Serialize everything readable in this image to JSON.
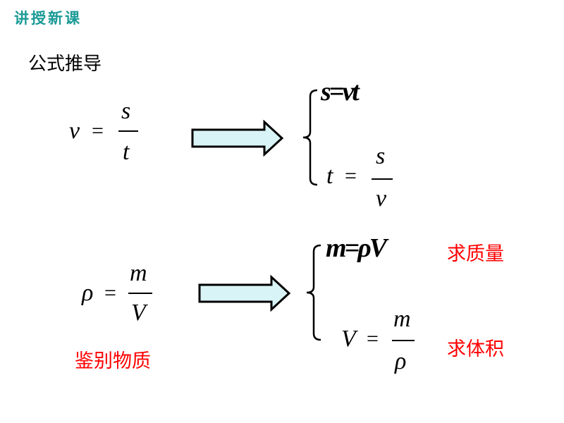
{
  "header": {
    "title": "讲授新课"
  },
  "section": {
    "title": "公式推导"
  },
  "formula1": {
    "lhs": "v",
    "eq": "=",
    "numerator": "s",
    "denominator": "t",
    "derived1": "s=vt",
    "derived2": {
      "lhs": "t",
      "eq": "=",
      "numerator": "s",
      "denominator": "v"
    }
  },
  "formula2": {
    "lhs": "ρ",
    "eq": "=",
    "numerator": "m",
    "denominator": "V",
    "note": "鉴别物质",
    "derived1": "m=ρV",
    "derived1_note": "求质量",
    "derived2": {
      "lhs": "V",
      "eq": "=",
      "numerator": "m",
      "denominator": "ρ"
    },
    "derived2_note": "求体积"
  },
  "colors": {
    "header": "#1a9a96",
    "arrow_fill": "#d9f4f6",
    "note": "#ff0000"
  }
}
